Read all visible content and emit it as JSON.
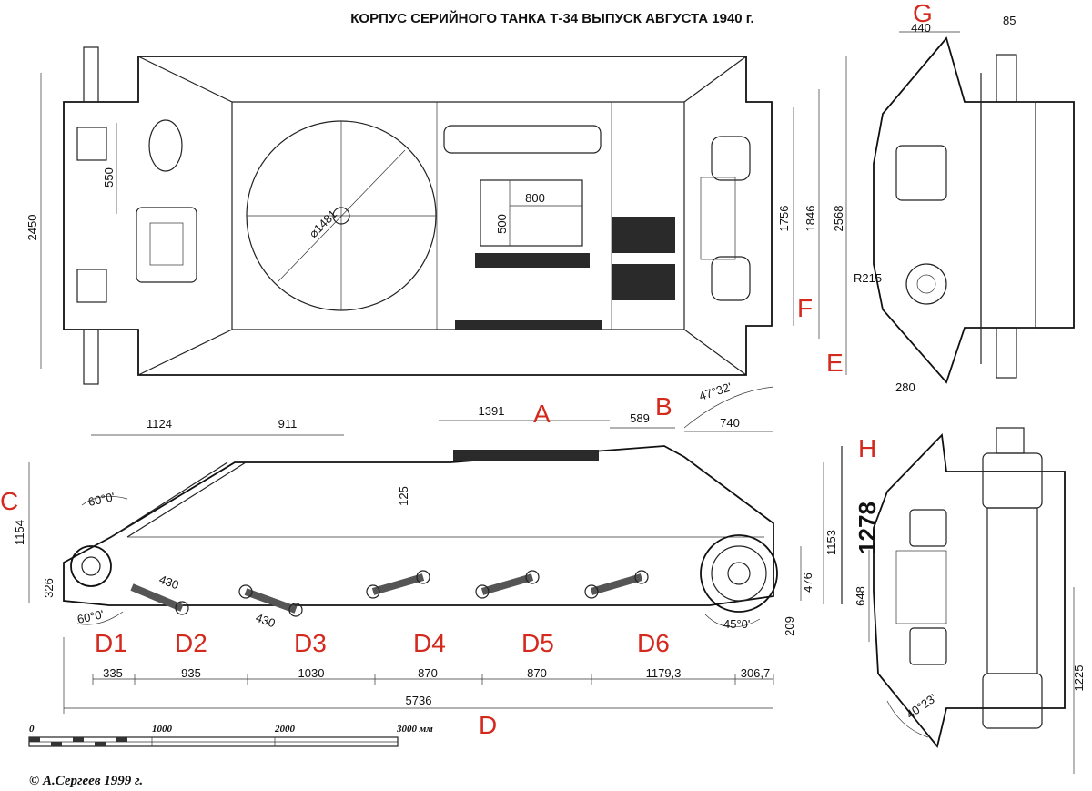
{
  "title": "КОРПУС СЕРИЙНОГО ТАНКА Т-34 ВЫПУСК АВГУСТА 1940 г.",
  "copyright": "© А.Сергеев 1999 г.",
  "colors": {
    "labels": "#d42a1e",
    "lines": "#222222"
  },
  "labels": {
    "A": "A",
    "B": "B",
    "C": "C",
    "D": "D",
    "E": "E",
    "F": "F",
    "G": "G",
    "H": "H",
    "D1": "D1",
    "D2": "D2",
    "D3": "D3",
    "D4": "D4",
    "D5": "D5",
    "D6": "D6"
  },
  "top_view": {
    "d2450": "2450",
    "d550": "550",
    "d800": "800",
    "d500": "500",
    "d1481": "⌀1481",
    "d1756": "1756",
    "d1846": "1846",
    "d2568": "2568"
  },
  "front_view": {
    "d440": "440",
    "d85": "85",
    "r215": "R215",
    "d280": "280"
  },
  "side_view": {
    "d1124": "1124",
    "d911": "911",
    "d1391": "1391",
    "d589": "589",
    "d740": "740",
    "ang_47": "47°32'",
    "d125": "125",
    "d1154": "1154",
    "ang_60a": "60°0'",
    "d326": "326",
    "ang_60b": "60°0'",
    "d430a": "430",
    "d430b": "430",
    "d1153": "1153",
    "d476": "476",
    "d209": "209",
    "ang_45": "45°0'",
    "d1278": "1278",
    "bottom_dims": [
      "335",
      "935",
      "1030",
      "870",
      "870",
      "1179,3",
      "306,7"
    ],
    "total": "5736"
  },
  "rear_view": {
    "d648": "648",
    "d1225": "1225",
    "ang_40": "40°23'"
  },
  "scale_bar": {
    "t0": "0",
    "t1": "1000",
    "t2": "2000",
    "t3": "3000 мм"
  }
}
